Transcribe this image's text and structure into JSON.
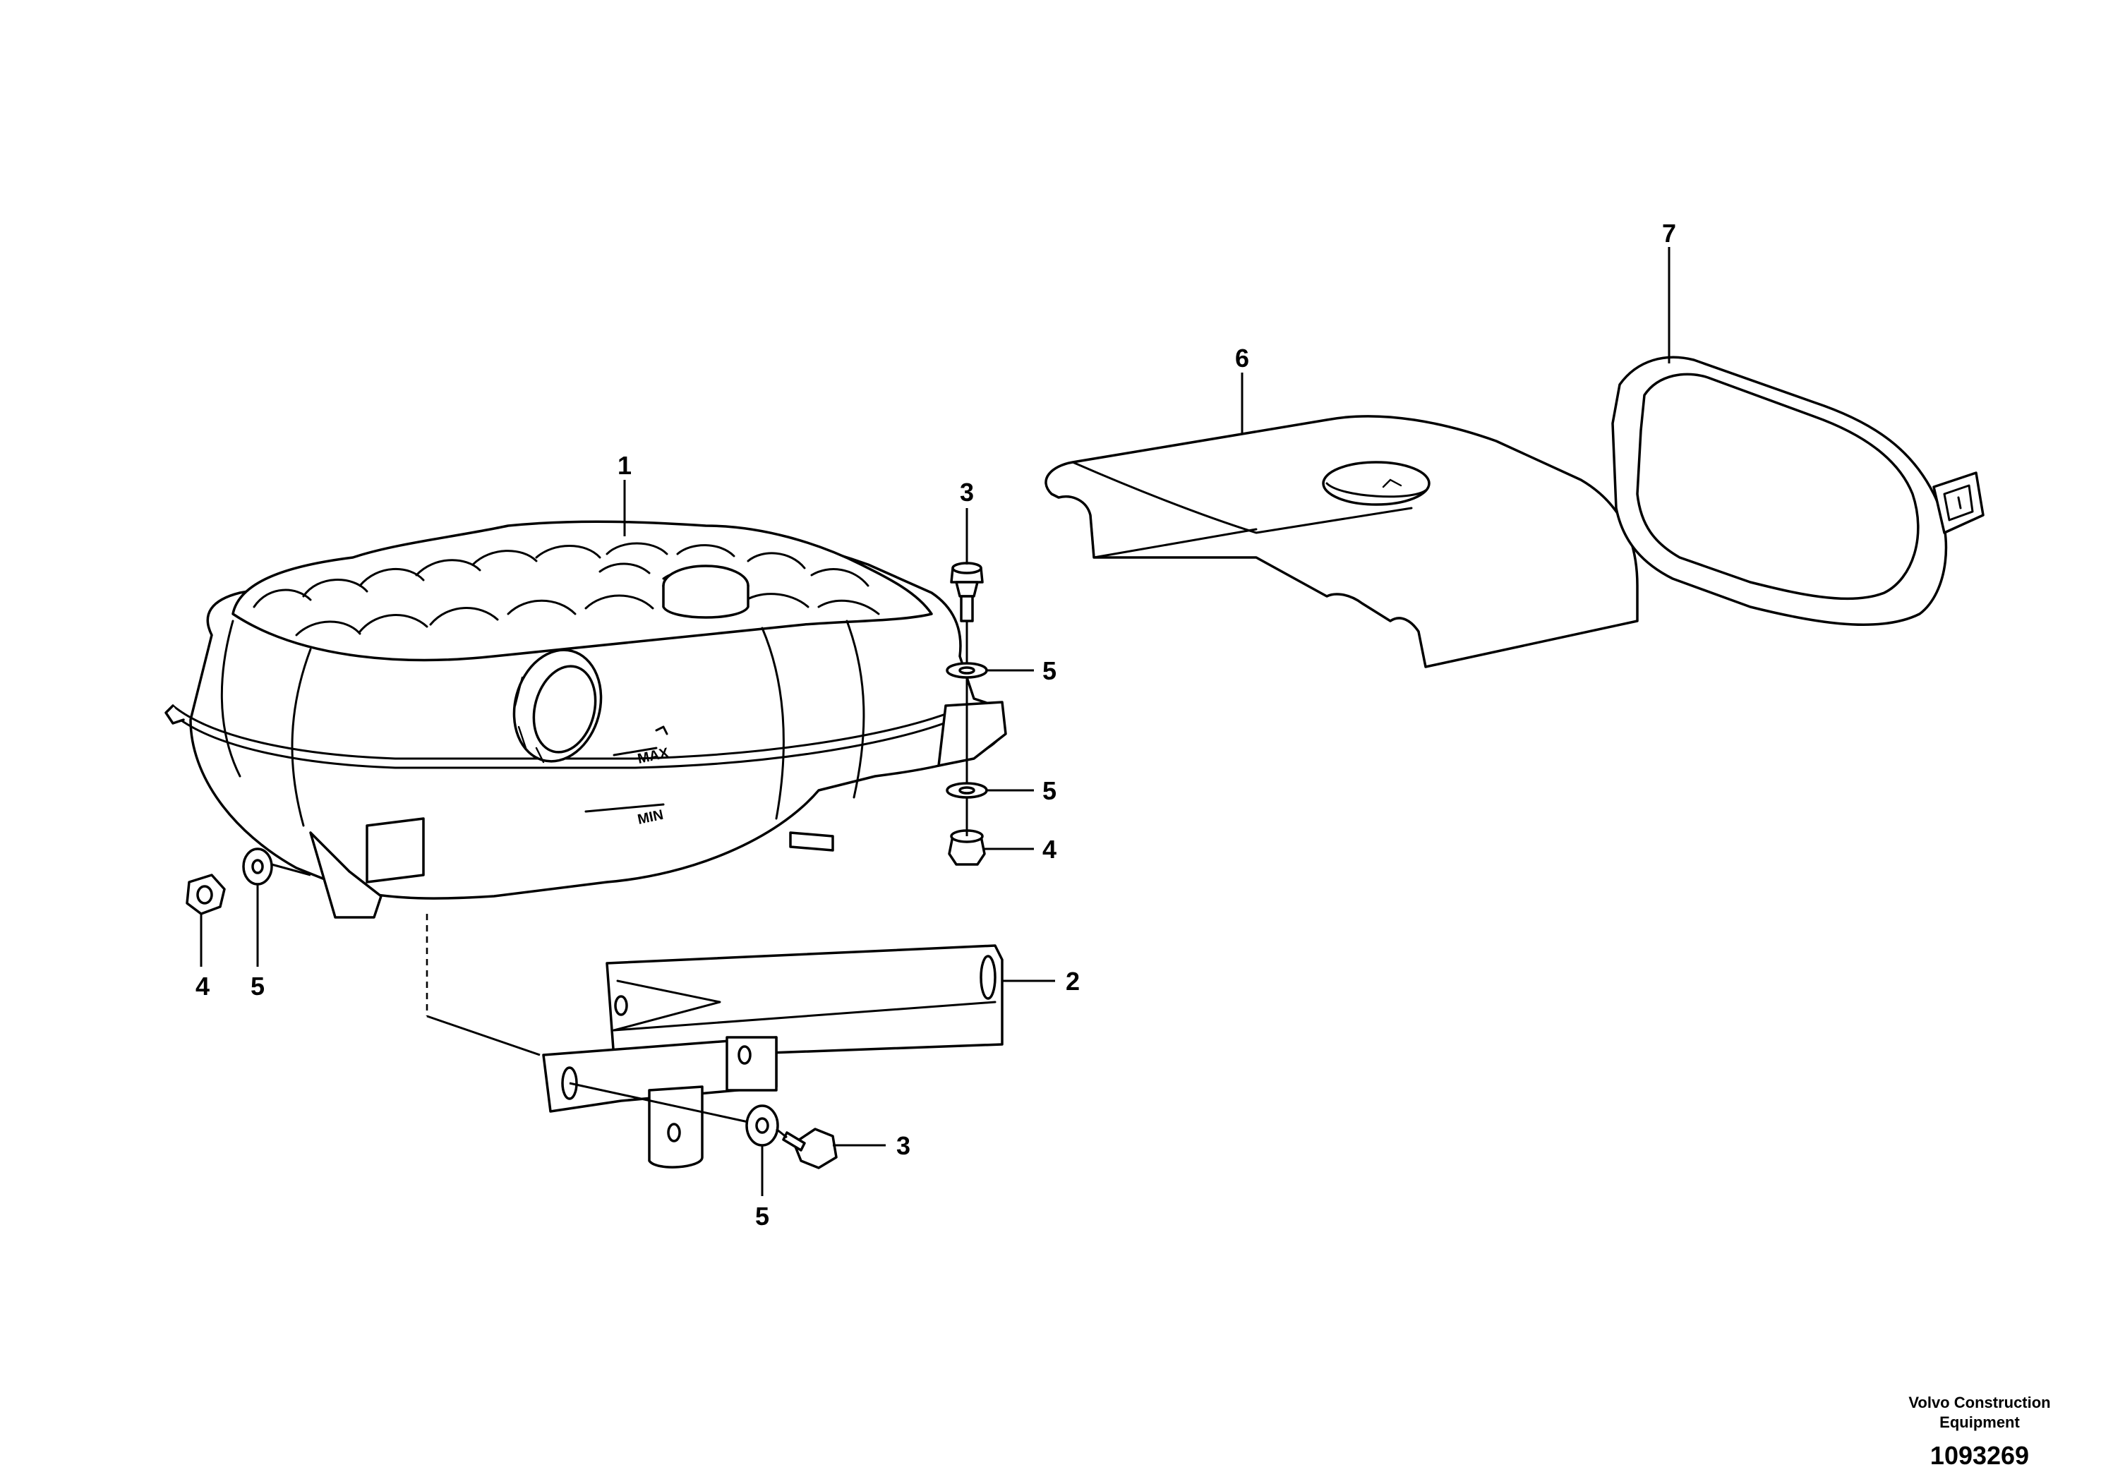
{
  "callouts": [
    {
      "id": "c1",
      "label": "1"
    },
    {
      "id": "c2",
      "label": "2"
    },
    {
      "id": "c3a",
      "label": "3"
    },
    {
      "id": "c3b",
      "label": "3"
    },
    {
      "id": "c4a",
      "label": "4"
    },
    {
      "id": "c4b",
      "label": "4"
    },
    {
      "id": "c5a",
      "label": "5"
    },
    {
      "id": "c5b",
      "label": "5"
    },
    {
      "id": "c5c",
      "label": "5"
    },
    {
      "id": "c5d",
      "label": "5"
    },
    {
      "id": "c6",
      "label": "6"
    },
    {
      "id": "c7",
      "label": "7"
    }
  ],
  "tank_markings": {
    "max": "MAX",
    "min": "MIN"
  },
  "footer": {
    "company_line1": "Volvo Construction",
    "company_line2": "Equipment",
    "reference": "1093269"
  }
}
